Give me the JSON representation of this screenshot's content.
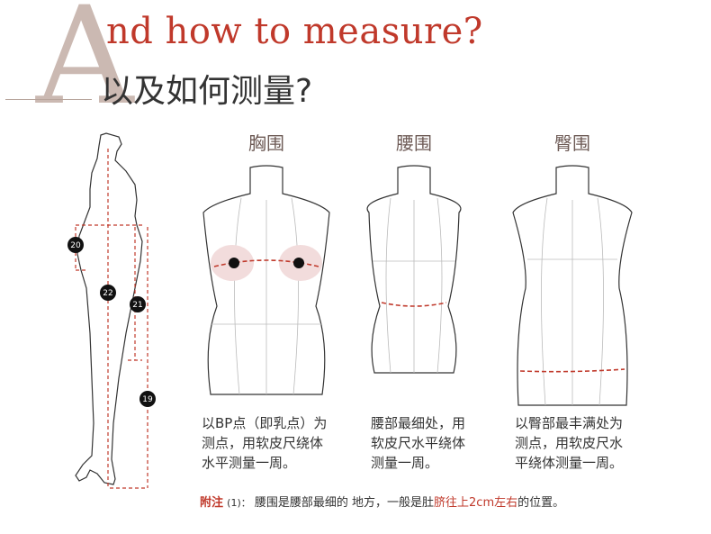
{
  "header": {
    "big_letter": "A",
    "title_en": "nd how to measure?",
    "title_cn": "以及如何测量?"
  },
  "figures": [
    {
      "title": "胸围",
      "description_lines": [
        "以BP点（即乳点）为",
        "测点，用软皮尺绕体",
        "水平测量一周。"
      ]
    },
    {
      "title": "腰围",
      "description_lines": [
        "腰部最细处，用",
        "软皮尺水平绕体",
        "测量一周。"
      ]
    },
    {
      "title": "臀围",
      "description_lines": [
        "以臀部最丰满处为",
        "测点，用软皮尺水",
        "平绕体测量一周。"
      ]
    }
  ],
  "side_badges": [
    "20",
    "22",
    "21",
    "19"
  ],
  "note": {
    "label": "附注",
    "number": "(1)：",
    "text_before": "腰围是腰部最细的 地方，一般是肚",
    "highlight": "脐往上2cm左右",
    "text_after": "的位置。"
  },
  "colors": {
    "accent": "#c0392b",
    "outline": "#333333",
    "guide": "#bbbbbb",
    "bust_circle": "#f2dcdc",
    "letter": "#cbb9b2"
  }
}
